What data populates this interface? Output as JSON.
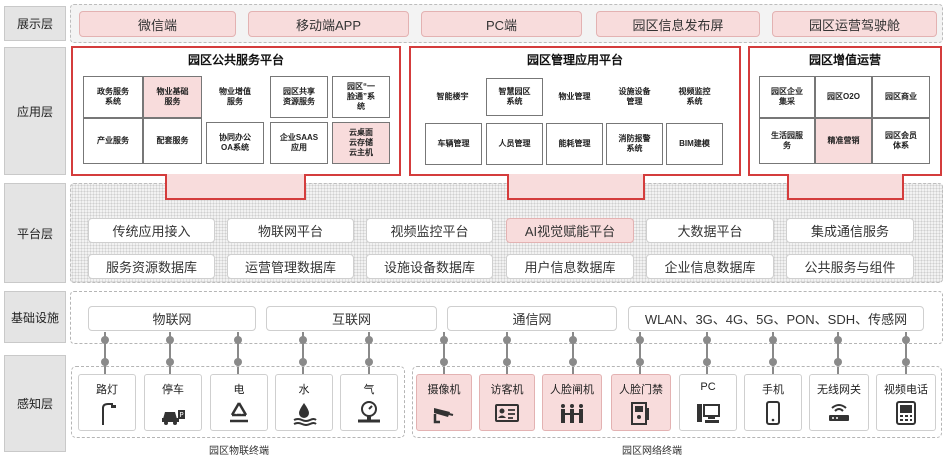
{
  "layers": {
    "display": "展示层",
    "application": "应用层",
    "platform": "平台层",
    "infrastructure": "基础设施",
    "perception": "感知层"
  },
  "display_items": [
    "微信端",
    "移动端APP",
    "PC端",
    "园区信息发布屏",
    "园区运营驾驶舱"
  ],
  "public_service": {
    "title": "园区公共服务平台",
    "cells": [
      "政务服务\n系统",
      "物业基础\n服务",
      "物业增值\n服务",
      "园区共享\n资源服务",
      "园区“一\n脸通”系\n统",
      "产业服务",
      "配套服务",
      "协同办公\nOA系统",
      "企业SAAS\n应用",
      "云桌面\n云存储\n云主机"
    ]
  },
  "management": {
    "title": "园区管理应用平台",
    "cells": [
      "智能楼宇",
      "智慧园区\n系统",
      "物业管理",
      "设施设备\n管理",
      "视频监控\n系统",
      "车辆管理",
      "人员管理",
      "能耗管理",
      "消防报警\n系统",
      "BIM建模"
    ]
  },
  "value_added": {
    "title": "园区增值运营",
    "cells": [
      "园区企业\n集采",
      "园区O2O",
      "园区商业",
      "生活园服\n务",
      "精准营销",
      "园区会员\n体系"
    ]
  },
  "platform_row1": [
    "传统应用接入",
    "物联网平台",
    "视频监控平台",
    "AI视觉赋能平台",
    "大数据平台",
    "集成通信服务"
  ],
  "platform_row2": [
    "服务资源数据库",
    "运营管理数据库",
    "设施设备数据库",
    "用户信息数据库",
    "企业信息数据库",
    "公共服务与组件"
  ],
  "networks": [
    "物联网",
    "互联网",
    "通信网",
    "WLAN、3G、4G、5G、PON、SDH、传感网"
  ],
  "iot_devices": [
    {
      "label": "路灯",
      "icon": "street-lamp-icon"
    },
    {
      "label": "停车",
      "icon": "parking-car-icon"
    },
    {
      "label": "电",
      "icon": "recycle-electric-icon"
    },
    {
      "label": "水",
      "icon": "water-drop-icon"
    },
    {
      "label": "气",
      "icon": "gas-meter-icon"
    }
  ],
  "net_devices": [
    {
      "label": "摄像机",
      "icon": "camera-icon"
    },
    {
      "label": "访客机",
      "icon": "visitor-card-icon"
    },
    {
      "label": "人脸闸机",
      "icon": "face-gate-icon"
    },
    {
      "label": "人脸门禁",
      "icon": "face-door-icon"
    },
    {
      "label": "PC",
      "icon": "pc-icon"
    },
    {
      "label": "手机",
      "icon": "phone-icon"
    },
    {
      "label": "无线网关",
      "icon": "wireless-gateway-icon"
    },
    {
      "label": "视频电话",
      "icon": "video-phone-icon"
    }
  ],
  "captions": {
    "iot": "园区物联终端",
    "net": "园区网络终端"
  }
}
